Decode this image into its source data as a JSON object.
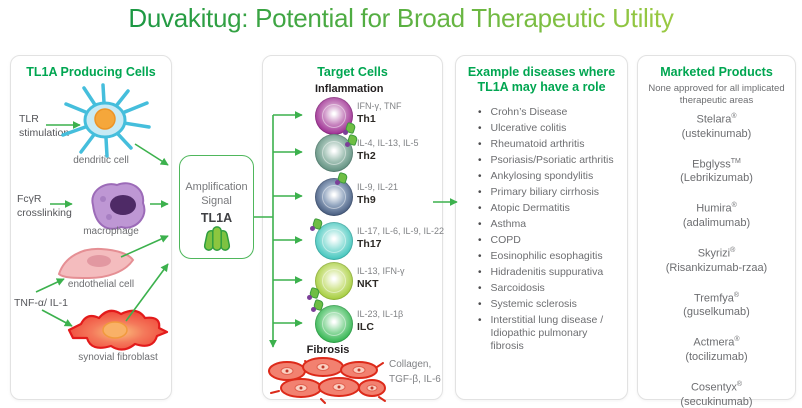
{
  "title": "Duvakitug: Potential for Broad Therapeutic Utility",
  "colors": {
    "accent_green": "#00A651",
    "arrow_green": "#3CB14D",
    "title_gradient_start": "#0F9343",
    "title_gradient_end": "#A6CE42"
  },
  "producing_cells_panel": {
    "header": "TL1A Producing Cells",
    "stimuli": {
      "tlr": "TLR stimulation",
      "fcgr": "FcγR crosslinking",
      "tnf": "TNF-α/ IL-1"
    },
    "cells": {
      "dendritic": "dendritic cell",
      "macrophage": "macrophage",
      "endothelial": "endothelial cell",
      "fibroblast": "synovial fibroblast"
    }
  },
  "amplification_box": {
    "line1": "Amplification",
    "line2": "Signal",
    "molecule": "TL1A"
  },
  "target_cells_panel": {
    "header": "Target Cells",
    "inflammation_label": "Inflammation",
    "cells": [
      {
        "name": "Th1",
        "cytokines": "IFN-γ, TNF",
        "color": "#9C2A91",
        "mid": "#C887C0"
      },
      {
        "name": "Th2",
        "cytokines": "IL-4, IL-13, IL-5",
        "color": "#5E8E7E",
        "mid": "#A3C2B6"
      },
      {
        "name": "Th9",
        "cytokines": "IL-9, IL-21",
        "color": "#44597D",
        "mid": "#93A6C0"
      },
      {
        "name": "Th17",
        "cytokines": "IL-17, IL-6, IL-9, IL-22",
        "color": "#3EC4BC",
        "mid": "#9BE2DC"
      },
      {
        "name": "NKT",
        "cytokines": "IL-13, IFN-γ",
        "color": "#A2CC39",
        "mid": "#D3E694"
      },
      {
        "name": "ILC",
        "cytokines": "IL-23, IL-1β",
        "color": "#2FB44D",
        "mid": "#90D9A0"
      }
    ],
    "fibrosis_label": "Fibrosis",
    "fibrosis_mediators": "Collagen, TGF-β, IL-6"
  },
  "diseases_panel": {
    "header_line1": "Example diseases where",
    "header_line2": "TL1A may have a role",
    "bullet_char": "•",
    "items": [
      "Crohn’s Disease",
      "Ulcerative colitis",
      "Rheumatoid arthritis",
      "Psoriasis/Psoriatic arthritis",
      "Ankylosing spondylitis",
      "Primary biliary cirrhosis",
      "Atopic Dermatitis",
      "Asthma",
      "COPD",
      "Eosinophilic esophagitis",
      "Hidradenitis suppurativa",
      "Sarcoidosis",
      "Systemic sclerosis",
      "Interstitial lung disease / Idiopathic pulmonary fibrosis"
    ]
  },
  "products_panel": {
    "header": "Marketed Products",
    "subtitle": "None approved for all implicated therapeutic areas",
    "products": [
      {
        "brand": "Stelara",
        "mark": "®",
        "generic": "(ustekinumab)"
      },
      {
        "brand": "Ebglyss",
        "mark": "TM",
        "generic": "(Lebrikizumab)"
      },
      {
        "brand": "Humira",
        "mark": "®",
        "generic": "(adalimumab)"
      },
      {
        "brand": "Skyrizi",
        "mark": "®",
        "generic": "(Risankizumab-rzaa)"
      },
      {
        "brand": "Tremfya",
        "mark": "®",
        "generic": "(guselkumab)"
      },
      {
        "brand": "Actmera",
        "mark": "®",
        "generic": "(tocilizumab)"
      },
      {
        "brand": "Cosentyx",
        "mark": "®",
        "generic": "(secukinumab)"
      }
    ]
  }
}
